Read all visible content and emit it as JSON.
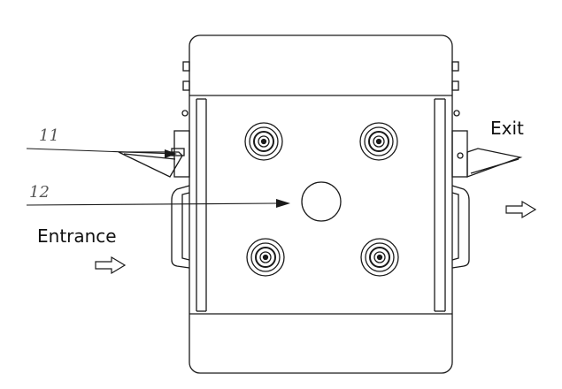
{
  "labels": {
    "exit": "Exit",
    "entrance": "Entrance",
    "callout_11": "11",
    "callout_12": "12"
  },
  "colors": {
    "line": "#1a1a1a",
    "fill": "#ffffff"
  },
  "components": {
    "wheels": 4,
    "center_port": 1,
    "flow_arrows": [
      "entrance-arrow",
      "exit-arrow"
    ]
  }
}
